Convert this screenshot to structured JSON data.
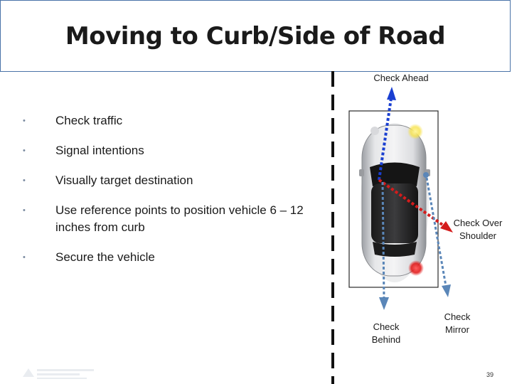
{
  "slide": {
    "title": "Moving to Curb/Side of Road",
    "page_number": "39"
  },
  "bullets": [
    "Check traffic",
    "Signal intentions",
    "Visually target destination",
    "Use reference points to position vehicle 6 – 12 inches from curb",
    "Secure the vehicle"
  ],
  "diagram": {
    "check_ahead": "Check Ahead",
    "check_over_shoulder": "Check Over Shoulder",
    "check_behind": "Check Behind",
    "check_mirror": "Check Mirror"
  },
  "colors": {
    "title_border": "#4a73a8",
    "arrow_blue": "#1a3fd1",
    "arrow_red": "#d41c1c",
    "arrow_steel": "#5a86b8",
    "road_line": "#111111"
  }
}
